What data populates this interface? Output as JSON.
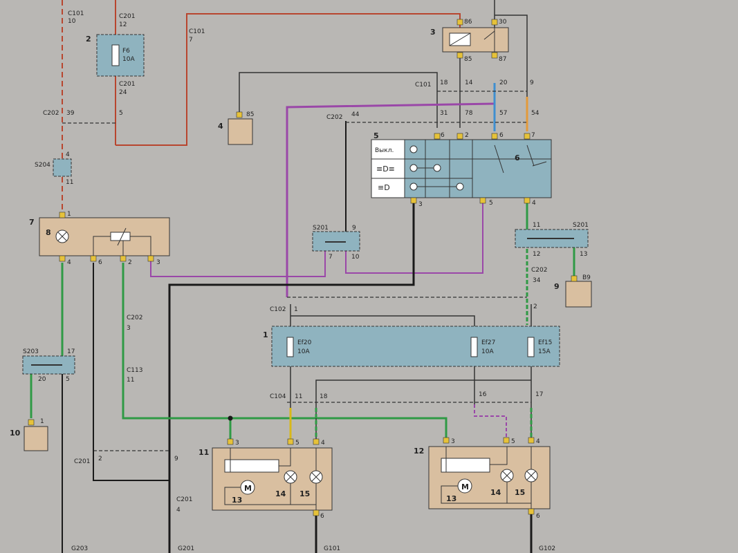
{
  "component_numbers": [
    "1",
    "2",
    "3",
    "4",
    "5",
    "6",
    "7",
    "8",
    "9",
    "10",
    "11",
    "12",
    "13",
    "14",
    "15"
  ],
  "fuses": {
    "f6": {
      "name": "F6",
      "rating": "10A"
    },
    "ef20": {
      "name": "Ef20",
      "rating": "10A"
    },
    "ef27": {
      "name": "Ef27",
      "rating": "10A"
    },
    "ef15": {
      "name": "Ef15",
      "rating": "15A"
    }
  },
  "switch_labels": {
    "off": "Выкл."
  },
  "motor_label": "M",
  "grounds": [
    "G203",
    "G201",
    "G101",
    "G102"
  ],
  "connectors": [
    "C101",
    "C201",
    "C202",
    "C102",
    "C104",
    "C113",
    "S201",
    "S203",
    "S204"
  ],
  "pins": {
    "c101_10": "10",
    "c201_12": "12",
    "c201_24": "24",
    "c201_5": "5",
    "c202_39": "39",
    "c101_7": "7",
    "s204_4": "4",
    "s204_11": "11",
    "r86": "86",
    "r30": "30",
    "r85": "85",
    "r87": "87",
    "c101_18": "18",
    "c101_14": "14",
    "c101_20": "20",
    "c101_9": "9",
    "p31": "31",
    "p78": "78",
    "p57": "57",
    "p54": "54",
    "c202_44": "44",
    "c4_85": "85",
    "sw6": "6",
    "sw2": "2",
    "sw6b": "6",
    "sw7": "7",
    "sw3": "3",
    "sw5": "5",
    "sw4": "4",
    "k7_1": "1",
    "k7_4": "4",
    "k7_6": "6",
    "k7_2": "2",
    "k7_3": "3",
    "s201_9": "9",
    "s201_7": "7",
    "s201_10": "10",
    "s201r_11": "11",
    "s201r_12": "12",
    "s201r_13": "13",
    "b9": "B9",
    "c202_34": "34",
    "c202_2": "2",
    "c102_1": "1",
    "c202_3": "3",
    "c113_11": "11",
    "s203_17": "17",
    "s203_20": "20",
    "s203_5": "5",
    "p10_1": "1",
    "c104_11": "11",
    "c104_18": "18",
    "c104_16": "16",
    "c104_17": "17",
    "m11_3": "3",
    "m11_5": "5",
    "m11_4": "4",
    "m11_6": "6",
    "m12_3": "3",
    "m12_5": "5",
    "m12_4": "4",
    "m12_6": "6",
    "c201_2": "2",
    "c201_9": "9",
    "c201_4": "4"
  },
  "colors": {
    "background": "#b9b7b4",
    "component_fill": "#d9bfa0",
    "blue_block": "#8fb3bf",
    "wire_red": "#b8452e",
    "wire_green": "#2f9a45",
    "wire_violet": "#9a47a8",
    "wire_black": "#1a1a1a",
    "wire_yellow": "#d8b81a",
    "wire_blue": "#3f8fd0",
    "wire_orange": "#e39a3a"
  }
}
